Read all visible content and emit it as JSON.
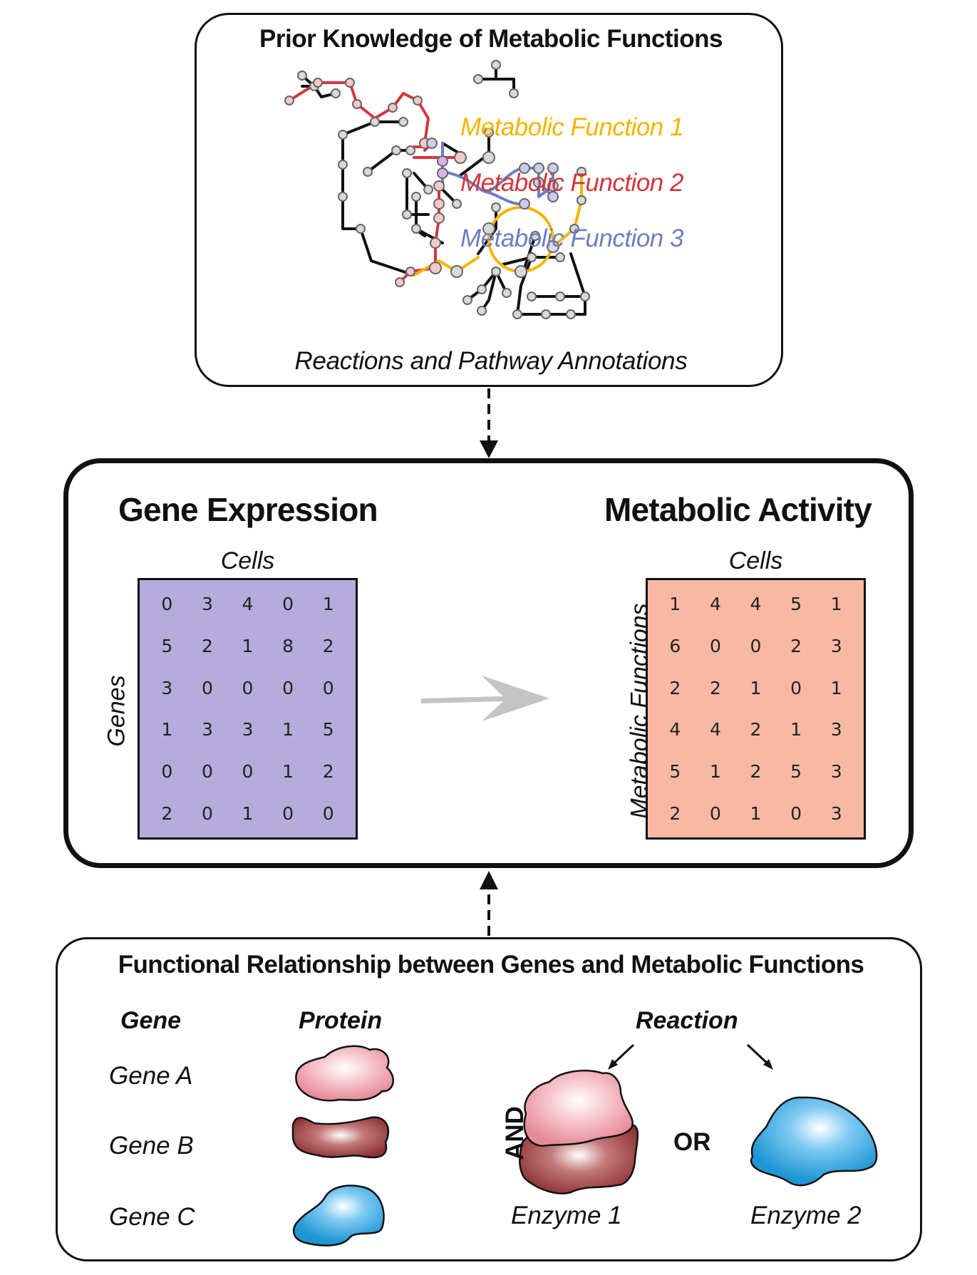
{
  "top_panel": {
    "title": "Prior Knowledge of Metabolic Functions",
    "subtitle": "Reactions and Pathway Annotations",
    "legend": [
      {
        "label": "Metabolic Function 1",
        "color": "#f5b400"
      },
      {
        "label": "Metabolic Function 2",
        "color": "#d3363c"
      },
      {
        "label": "Metabolic Function 3",
        "color": "#6f7dc0"
      }
    ]
  },
  "middle_panel": {
    "left_heading": "Gene Expression",
    "right_heading": "Metabolic Activity",
    "gene_matrix": {
      "col_label": "Cells",
      "row_label": "Genes",
      "color": "#b5acdc",
      "rows": [
        [
          "0",
          "3",
          "4",
          "0",
          "1"
        ],
        [
          "5",
          "2",
          "1",
          "8",
          "2"
        ],
        [
          "3",
          "0",
          "0",
          "0",
          "0"
        ],
        [
          "1",
          "3",
          "3",
          "1",
          "5"
        ],
        [
          "0",
          "0",
          "0",
          "1",
          "2"
        ],
        [
          "2",
          "0",
          "1",
          "0",
          "0"
        ]
      ]
    },
    "activity_matrix": {
      "col_label": "Cells",
      "row_label": "Metabolic Functions",
      "color": "#f7b9a4",
      "rows": [
        [
          "1",
          "4",
          "4",
          "5",
          "1"
        ],
        [
          "6",
          "0",
          "0",
          "2",
          "3"
        ],
        [
          "2",
          "2",
          "1",
          "0",
          "1"
        ],
        [
          "4",
          "4",
          "2",
          "1",
          "3"
        ],
        [
          "5",
          "1",
          "2",
          "5",
          "3"
        ],
        [
          "2",
          "0",
          "1",
          "0",
          "3"
        ]
      ]
    }
  },
  "bottom_panel": {
    "title": "Functional Relationship between Genes and Metabolic Functions",
    "gene_header": "Gene",
    "protein_header": "Protein",
    "reaction_header": "Reaction",
    "genes": [
      "Gene A",
      "Gene B",
      "Gene C"
    ],
    "and_label": "AND",
    "or_label": "OR",
    "enzyme_1": "Enzyme 1",
    "enzyme_2": "Enzyme 2"
  }
}
